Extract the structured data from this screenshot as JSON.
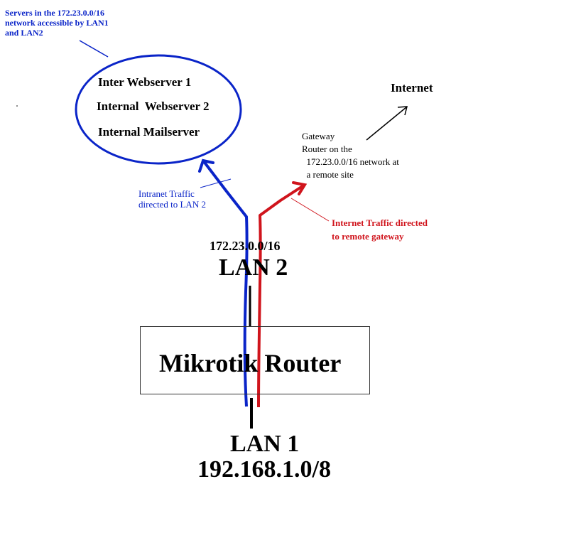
{
  "annotations": {
    "servers_note": "Servers in the 172.23.0.0/16\nnetwork accessible by LAN1\nand LAN2",
    "intranet_traffic": "Intranet Traffic\ndirected to LAN 2",
    "internet_traffic": "Internet Traffic directed\nto remote gateway",
    "gateway_note": "Gateway\nRouter on the\n  172.23.0.0/16 network at\n  a remote site"
  },
  "servers": {
    "items": [
      "Inter Webserver 1",
      "Internal  Webserver 2",
      "Internal Mailserver"
    ]
  },
  "internet_label": "Internet",
  "lan2": {
    "subnet": "172.23.0.0/16",
    "label": "LAN 2"
  },
  "router": {
    "label": "Mikrotik Router"
  },
  "lan1": {
    "label": "LAN 1",
    "subnet": "192.168.1.0/8"
  },
  "colors": {
    "intranet": "#0a24c8",
    "internet": "#d0141c",
    "link": "#000000"
  }
}
